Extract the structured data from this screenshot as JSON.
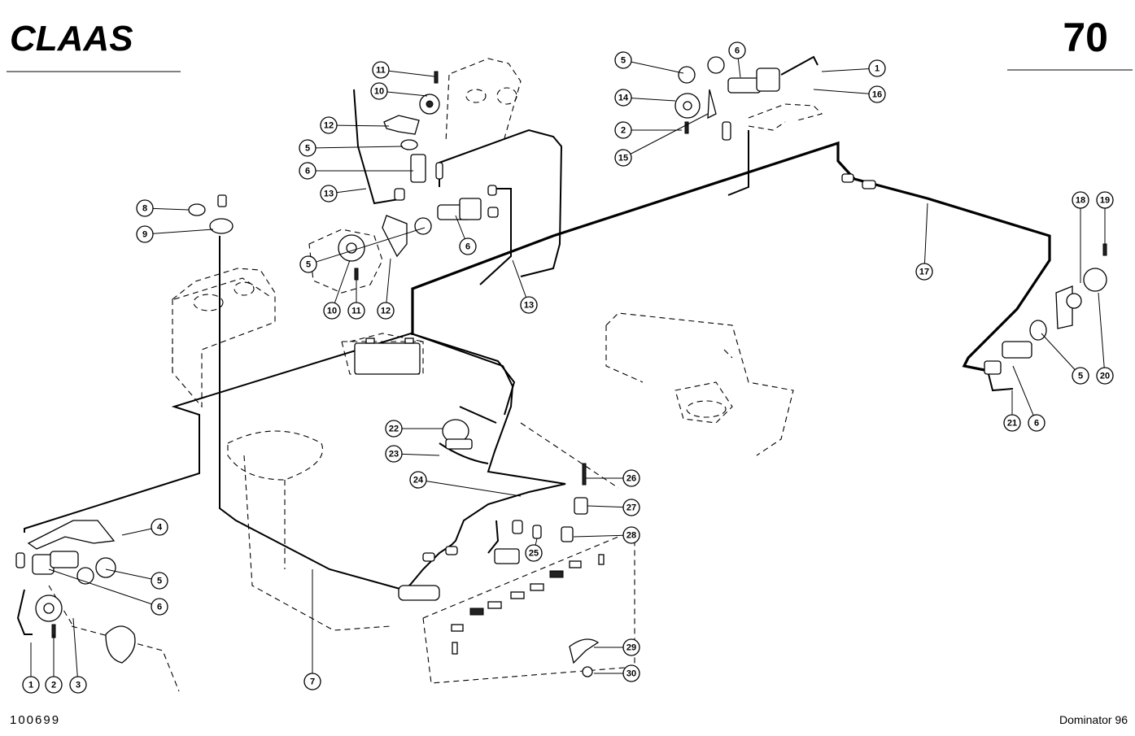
{
  "header": {
    "brand": "CLAAS",
    "page_number": "70"
  },
  "footer": {
    "drawing_number": "100699",
    "model": "Dominator 96"
  },
  "callouts": [
    {
      "num": "1"
    },
    {
      "num": "1"
    },
    {
      "num": "2"
    },
    {
      "num": "2"
    },
    {
      "num": "3"
    },
    {
      "num": "4"
    },
    {
      "num": "5"
    },
    {
      "num": "5"
    },
    {
      "num": "5"
    },
    {
      "num": "5"
    },
    {
      "num": "5"
    },
    {
      "num": "6"
    },
    {
      "num": "6"
    },
    {
      "num": "6"
    },
    {
      "num": "6"
    },
    {
      "num": "6"
    },
    {
      "num": "7"
    },
    {
      "num": "8"
    },
    {
      "num": "9"
    },
    {
      "num": "10"
    },
    {
      "num": "10"
    },
    {
      "num": "11"
    },
    {
      "num": "11"
    },
    {
      "num": "12"
    },
    {
      "num": "12"
    },
    {
      "num": "13"
    },
    {
      "num": "13"
    },
    {
      "num": "14"
    },
    {
      "num": "15"
    },
    {
      "num": "16"
    },
    {
      "num": "17"
    },
    {
      "num": "18"
    },
    {
      "num": "19"
    },
    {
      "num": "20"
    },
    {
      "num": "21"
    },
    {
      "num": "22"
    },
    {
      "num": "23"
    },
    {
      "num": "24"
    },
    {
      "num": "25"
    },
    {
      "num": "26"
    },
    {
      "num": "27"
    },
    {
      "num": "28"
    },
    {
      "num": "29"
    },
    {
      "num": "30"
    }
  ]
}
